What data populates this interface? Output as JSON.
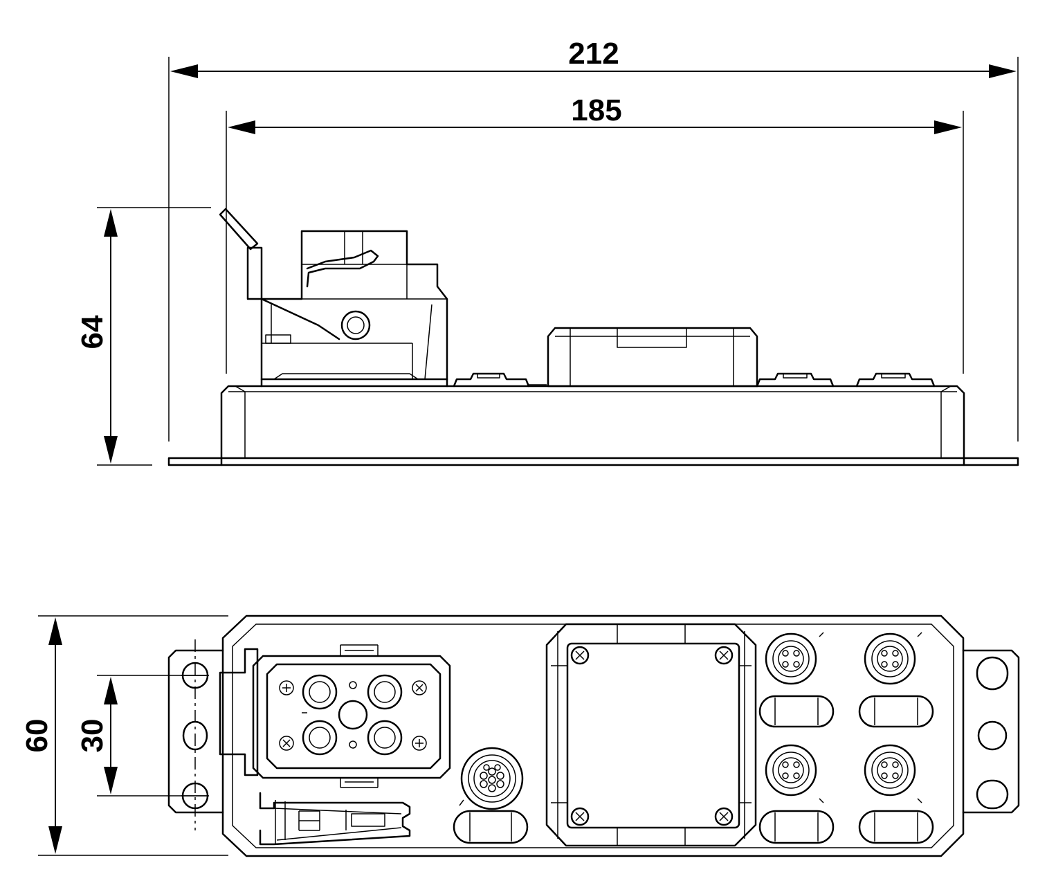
{
  "dimensions": {
    "overall_length": "212",
    "body_length": "185",
    "height": "64",
    "overall_width": "60",
    "mounting_hole_spacing": "30"
  },
  "colors": {
    "line": "#000000",
    "background": "#ffffff"
  }
}
